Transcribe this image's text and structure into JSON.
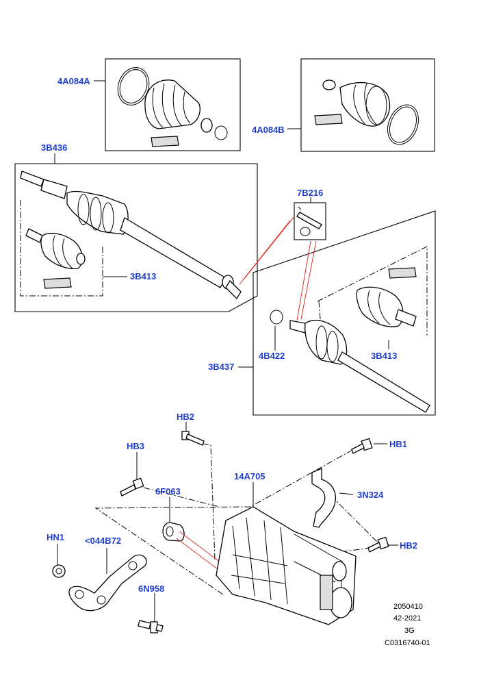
{
  "callouts": {
    "boot_kit_a": "4A084A",
    "boot_kit_b": "4A084B",
    "shaft_left": "3B436",
    "joint_kit_left": "3B413",
    "grease_kit": "7B216",
    "circlip": "4B422",
    "joint_kit_right": "3B413",
    "shaft_right": "3B437",
    "bolt_top": "HB2",
    "bolt_hb3": "HB3",
    "bolt_hb1": "HB1",
    "housing": "14A705",
    "bracket": "3N324",
    "bolt_right": "HB2",
    "bushing": "6F063",
    "nut": "HN1",
    "arm": "<044B72",
    "stud": "6N958"
  },
  "reference": {
    "line1": "2050410",
    "line2": "42-2021",
    "line3": "3G",
    "line4": "C0316740-01"
  },
  "colors": {
    "callout_text": "#1f3fd0",
    "leader_red": "#e0342b",
    "line": "#000000"
  }
}
